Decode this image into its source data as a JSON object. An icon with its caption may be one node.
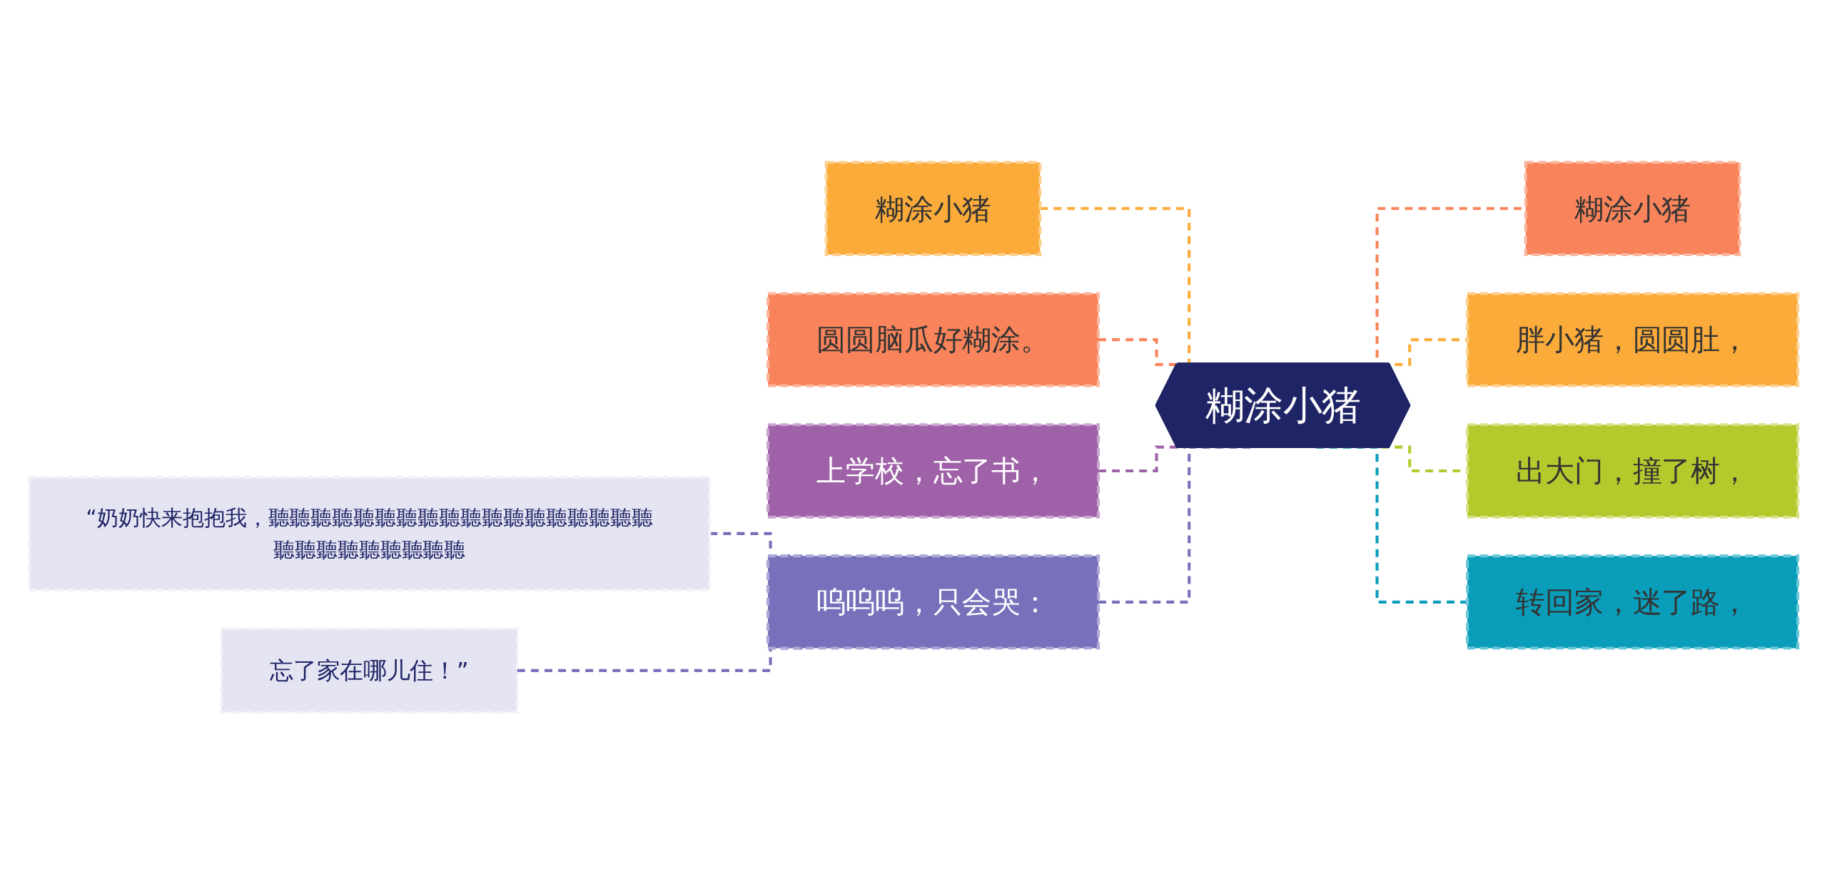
{
  "diagram": {
    "nodes": [
      {
        "text": [
          "糊涂小猪"
        ]
      },
      {
        "text": [
          "糊涂小猪"
        ]
      },
      {
        "text": [
          "胖小猪，圆圆肚，"
        ]
      },
      {
        "text": [
          "出大门，撞了树，"
        ]
      },
      {
        "text": [
          "转回家，迷了路，"
        ]
      },
      {
        "text": [
          "糊涂小猪"
        ]
      },
      {
        "text": [
          "圆圆脑瓜好糊涂。"
        ]
      },
      {
        "text": [
          "上学校，忘了书，"
        ]
      },
      {
        "text": [
          "呜呜呜，只会哭："
        ]
      },
      {
        "text": [
          "“奶奶快来抱抱我，聽聽聽聽聽聽聽聽聽聽聽聽聽聽聽聽聽聽聽聽聽聽聽聽聽聽聽"
        ]
      },
      {
        "text": [
          "忘了家在哪儿住！”"
        ]
      }
    ],
    "edges": [
      {
        "from": 0,
        "to": 1,
        "arrow": "none",
        "style": "dashed",
        "color": "#f9845b"
      },
      {
        "from": 0,
        "to": 2,
        "arrow": "none",
        "style": "dashed",
        "color": "#fbab3a"
      },
      {
        "from": 0,
        "to": 3,
        "arrow": "none",
        "style": "dashed",
        "color": "#b5c92d"
      },
      {
        "from": 0,
        "to": 4,
        "arrow": "none",
        "style": "dashed",
        "color": "#0a9dba"
      },
      {
        "from": 5,
        "to": 0,
        "arrow": "none",
        "style": "dashed",
        "color": "#fbab3a"
      },
      {
        "from": 6,
        "to": 0,
        "arrow": "none",
        "style": "dashed",
        "color": "#f9845b"
      },
      {
        "from": 7,
        "to": 0,
        "arrow": "none",
        "style": "dashed",
        "color": "#9f62a8"
      },
      {
        "from": 8,
        "to": 0,
        "arrow": "none",
        "style": "dashed",
        "color": "#7771bb"
      },
      {
        "from": 9,
        "to": 8,
        "arrow": "none",
        "style": "dashed",
        "color": "#7771bb"
      },
      {
        "from": 10,
        "to": 8,
        "arrow": "none",
        "style": "dashed",
        "color": "#7771bb"
      }
    ]
  }
}
